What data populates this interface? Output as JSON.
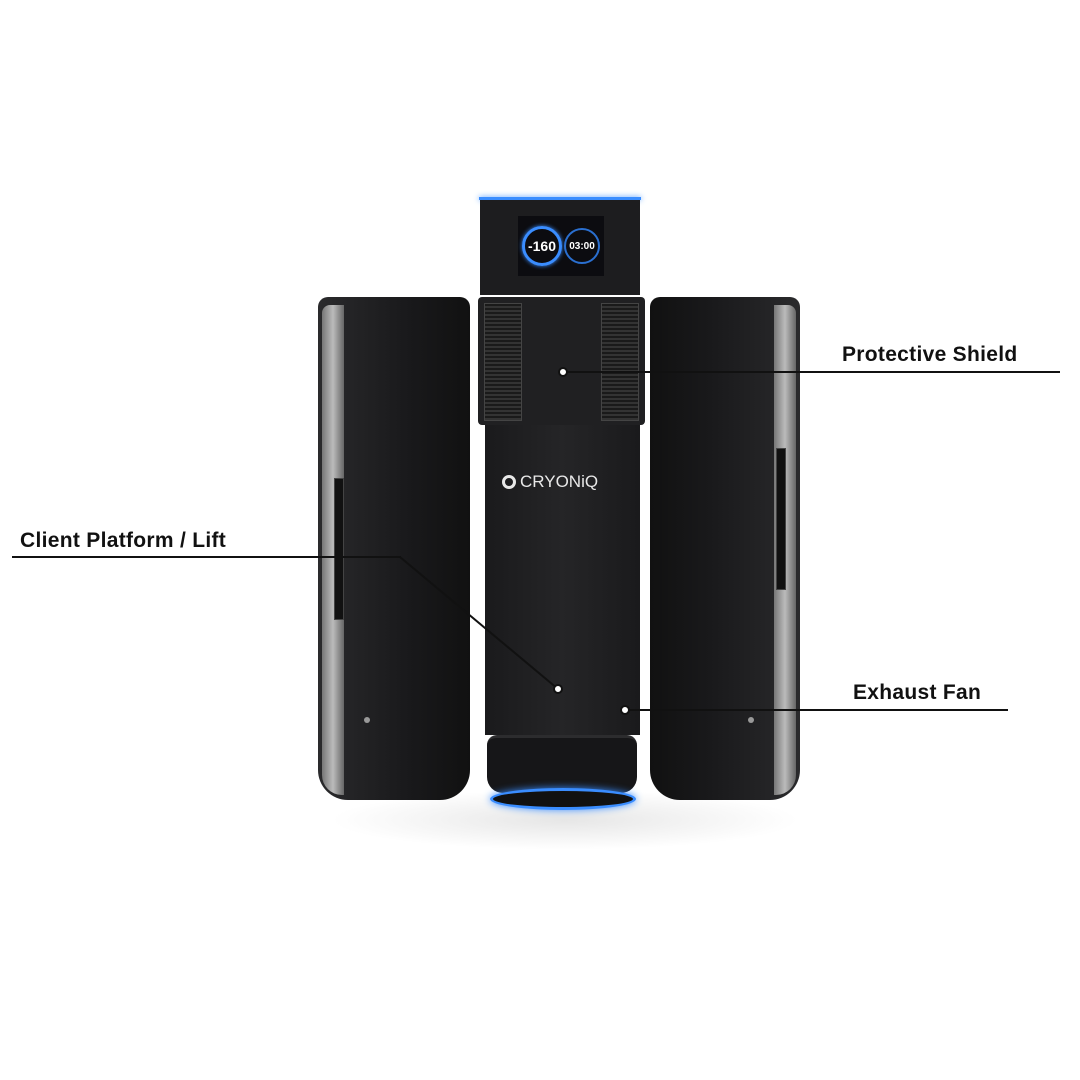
{
  "display": {
    "temperature": "-160",
    "time": "03:00"
  },
  "brand": {
    "logo_text": "CRYONiQ"
  },
  "callouts": [
    {
      "label": "Protective Shield"
    },
    {
      "label": "Client Platform / Lift"
    },
    {
      "label": "Exhaust Fan"
    }
  ],
  "colors": {
    "accent_glow": "#3a8dff",
    "body": "#1c1c1e",
    "line": "#111111"
  }
}
